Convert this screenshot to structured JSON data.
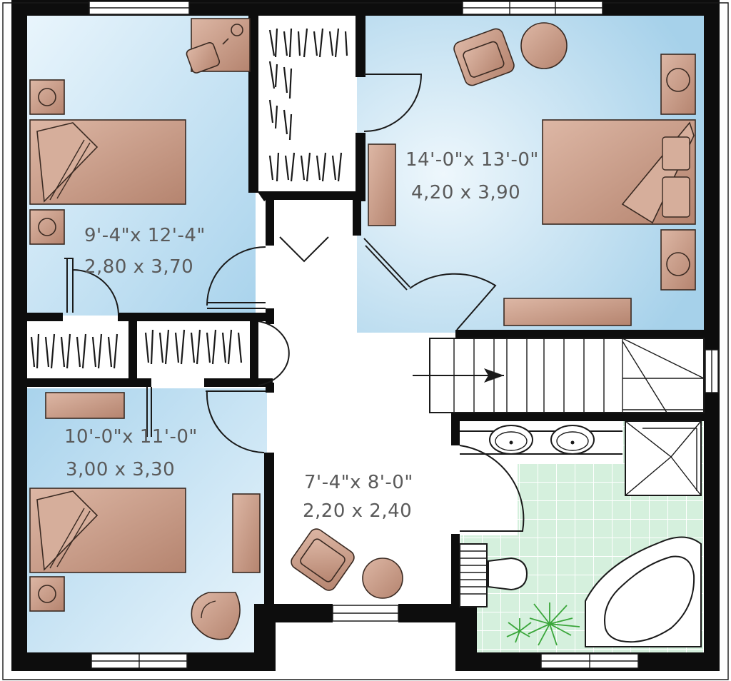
{
  "rooms": {
    "bedroom_top_left": {
      "dim_ft": "9'-4\"x 12'-4\"",
      "dim_m": "2,80 x 3,70"
    },
    "bedroom_master": {
      "dim_ft": "14'-0\"x 13'-0\"",
      "dim_m": "4,20 x 3,90"
    },
    "bedroom_bottom_left": {
      "dim_ft": "10'-0\"x 11'-0\"",
      "dim_m": "3,00 x 3,30"
    },
    "hall": {
      "dim_ft": "7'-4\"x 8'-0\"",
      "dim_m": "2,20 x 2,40"
    }
  },
  "colors": {
    "room_blue_light": "#e8f4fb",
    "room_blue": "#b9dcf0",
    "bath_tile": "#d6f1df",
    "furniture": "#c99a86",
    "wall": "#0d0d0d"
  },
  "icons": [
    "chair-icon",
    "side-table-icon",
    "bed-icon",
    "nightstand-icon",
    "closet-icon",
    "stair-arrow-icon",
    "sink-icon",
    "toilet-icon",
    "shower-icon",
    "bathtub-icon",
    "plant-icon"
  ]
}
